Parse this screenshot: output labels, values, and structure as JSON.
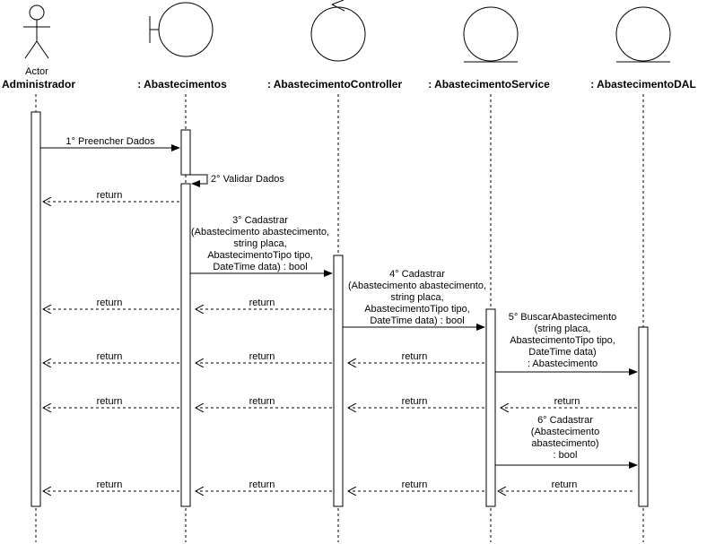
{
  "actor": {
    "label": "Actor",
    "name": "Administrador"
  },
  "participants": [
    "Administrador",
    ": Abastecimentos",
    ": AbastecimentoController",
    ": AbastecimentoService",
    ": AbastecimentoDAL"
  ],
  "messages": [
    {
      "label": "1° Preencher Dados"
    },
    {
      "label": "2° Validar Dados"
    },
    {
      "label": "return"
    },
    {
      "label": "3° Cadastrar\n(Abastecimento abastecimento,\nstring placa,\nAbastecimentoTipo tipo,\nDateTime data) : bool"
    },
    {
      "label": "4° Cadastrar\n(Abastecimento abastecimento,\nstring placa,\nAbastecimentoTipo tipo,\nDateTime data) : bool"
    },
    {
      "label": "5° BuscarAbastecimento\n(string placa,\nAbastecimentoTipo tipo,\nDateTime data)\n: Abastecimento"
    },
    {
      "label": "6° Cadastrar\n(Abastecimento\nabastecimento)\n: bool"
    }
  ],
  "return_label": "return"
}
